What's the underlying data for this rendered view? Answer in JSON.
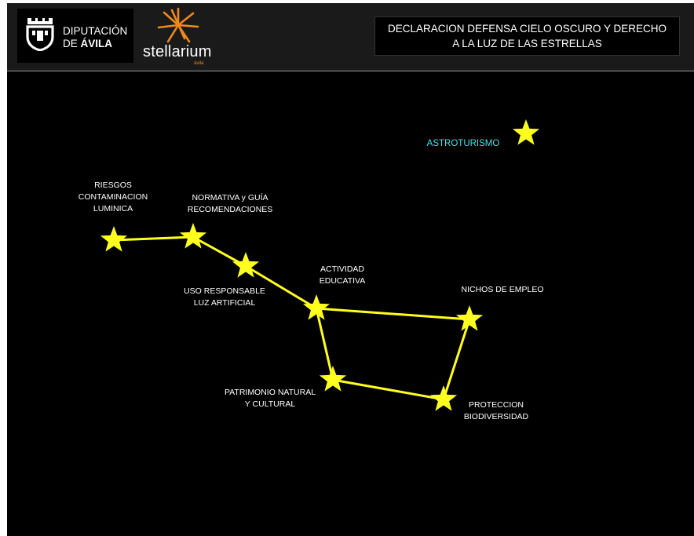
{
  "header": {
    "diputacion_logo": {
      "line1": "DIPUTACIÓN",
      "line2_prefix": "DE ",
      "line2_bold": "ÁVILA"
    },
    "stellarium_logo": {
      "name": "stellarium",
      "sub": "ávila"
    },
    "title_line1": "DECLARACION DEFENSA CIELO OSCURO Y DERECHO",
    "title_line2": "A LA LUZ DE LAS ESTRELLAS"
  },
  "constellation": {
    "star_color": "#ffff1f",
    "line_color": "#ffff1f",
    "highlight_color": "#49e1e6",
    "stars": [
      {
        "id": "riesgos",
        "lines": [
          "RIESGOS",
          "CONTAMINACION",
          "LUMINICA"
        ]
      },
      {
        "id": "normativa",
        "lines": [
          "NORMATIVA y GUÍA",
          "RECOMENDACIONES"
        ]
      },
      {
        "id": "uso",
        "lines": [
          "USO RESPONSABLE",
          "LUZ ARTIFICIAL"
        ]
      },
      {
        "id": "actividad",
        "lines": [
          "ACTIVIDAD",
          "EDUCATIVA"
        ]
      },
      {
        "id": "nichos",
        "lines": [
          "NICHOS DE EMPLEO"
        ]
      },
      {
        "id": "proteccion",
        "lines": [
          "PROTECCION",
          "BIODIVERSIDAD"
        ]
      },
      {
        "id": "patrimonio",
        "lines": [
          "PATRIMONIO NATURAL",
          "Y CULTURAL"
        ]
      },
      {
        "id": "astroturismo",
        "lines": [
          "ASTROTURISMO"
        ]
      }
    ],
    "connections": [
      [
        "riesgos",
        "normativa"
      ],
      [
        "normativa",
        "uso"
      ],
      [
        "uso",
        "actividad"
      ],
      [
        "actividad",
        "nichos"
      ],
      [
        "nichos",
        "proteccion"
      ],
      [
        "proteccion",
        "patrimonio"
      ],
      [
        "patrimonio",
        "actividad"
      ]
    ]
  }
}
